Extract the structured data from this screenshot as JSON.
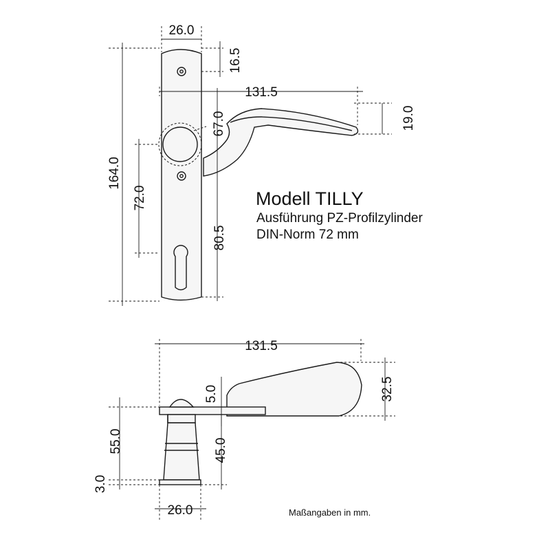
{
  "model": {
    "title": "Modell TILLY",
    "line1": "Ausführung PZ-Profilzylinder",
    "line2": "DIN-Norm 72 mm"
  },
  "note": "Maßangaben in mm.",
  "front_view": {
    "width_top": "26.0",
    "top_to_hole": "16.5",
    "lever_length": "131.5",
    "lever_height": "19.0",
    "top_to_spindle": "67.0",
    "total_height": "164.0",
    "din_distance": "72.0",
    "spindle_to_bottom": "80.5"
  },
  "side_view": {
    "lever_length": "131.5",
    "lever_thickness": "32.5",
    "neck": "5.0",
    "total_depth": "55.0",
    "rose_depth": "45.0",
    "base": "3.0",
    "base_width": "26.0"
  }
}
